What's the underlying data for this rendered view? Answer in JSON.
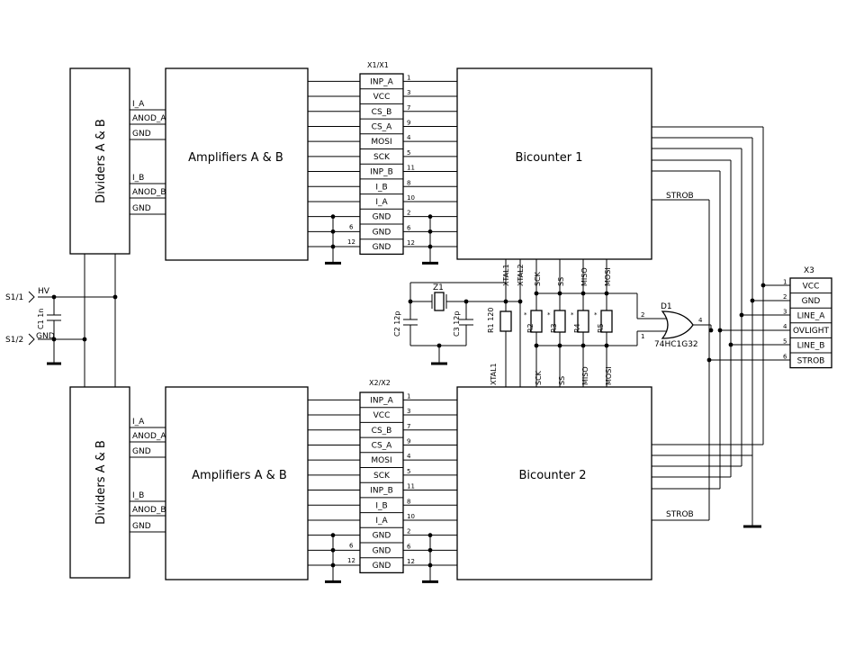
{
  "blocks": {
    "dividers": "Dividers A & B",
    "amplifiers": "Amplifiers A & B",
    "bicounter1": "Bicounter 1",
    "bicounter2": "Bicounter 2"
  },
  "divider_signals": [
    "I_A",
    "ANOD_A",
    "GND",
    "I_B",
    "ANOD_B",
    "GND"
  ],
  "connector_top": {
    "title": "X1/X1",
    "pins": [
      {
        "label": "INP_A",
        "num": "1"
      },
      {
        "label": "VCC",
        "num": "3"
      },
      {
        "label": "CS_B",
        "num": "7"
      },
      {
        "label": "CS_A",
        "num": "9"
      },
      {
        "label": "MOSI",
        "num": "4"
      },
      {
        "label": "SCK",
        "num": "5"
      },
      {
        "label": "INP_B",
        "num": "11"
      },
      {
        "label": "I_B",
        "num": "8"
      },
      {
        "label": "I_A",
        "num": "10"
      },
      {
        "label": "GND",
        "num": "2"
      },
      {
        "label": "GND",
        "num": "6"
      },
      {
        "label": "GND",
        "num": "12"
      }
    ],
    "left_nums": [
      "6",
      "12"
    ]
  },
  "connector_bottom": {
    "title": "X2/X2",
    "pins": [
      {
        "label": "INP_A",
        "num": "1"
      },
      {
        "label": "VCC",
        "num": "3"
      },
      {
        "label": "CS_B",
        "num": "7"
      },
      {
        "label": "CS_A",
        "num": "9"
      },
      {
        "label": "MOSI",
        "num": "4"
      },
      {
        "label": "SCK",
        "num": "5"
      },
      {
        "label": "INP_B",
        "num": "11"
      },
      {
        "label": "I_B",
        "num": "8"
      },
      {
        "label": "I_A",
        "num": "10"
      },
      {
        "label": "GND",
        "num": "2"
      },
      {
        "label": "GND",
        "num": "6"
      },
      {
        "label": "GND",
        "num": "12"
      }
    ],
    "left_nums": [
      "6",
      "12"
    ]
  },
  "connector_x3": {
    "title": "X3",
    "pins": [
      {
        "label": "VCC",
        "num": "1"
      },
      {
        "label": "GND",
        "num": "2"
      },
      {
        "label": "LINE_A",
        "num": "3"
      },
      {
        "label": "OVLIGHT",
        "num": "4"
      },
      {
        "label": "LINE_B",
        "num": "5"
      },
      {
        "label": "STROB",
        "num": "6"
      }
    ]
  },
  "inputs": {
    "s1_1": "S1/1",
    "s1_2": "S1/2",
    "hv": "HV",
    "gnd": "GND",
    "c1": "C1 1n"
  },
  "crystal": {
    "z1": "Z1",
    "c2": "C2 12p",
    "c3": "C3 12p",
    "r1": "R1 120"
  },
  "resistors": [
    "R2",
    "R3",
    "R4",
    "R5"
  ],
  "resistor_mark": "*",
  "bus_top": [
    "XTAL1",
    "XTAL2",
    "SCK",
    "SS",
    "MISO",
    "MOSI"
  ],
  "bus_bottom": [
    "XTAL1",
    "SCK",
    "SS",
    "MISO",
    "MOSI"
  ],
  "gate": {
    "name": "D1",
    "part": "74HC1G32",
    "pin_in1": "2",
    "pin_in2": "1",
    "pin_out": "4"
  },
  "strob": "STROB"
}
